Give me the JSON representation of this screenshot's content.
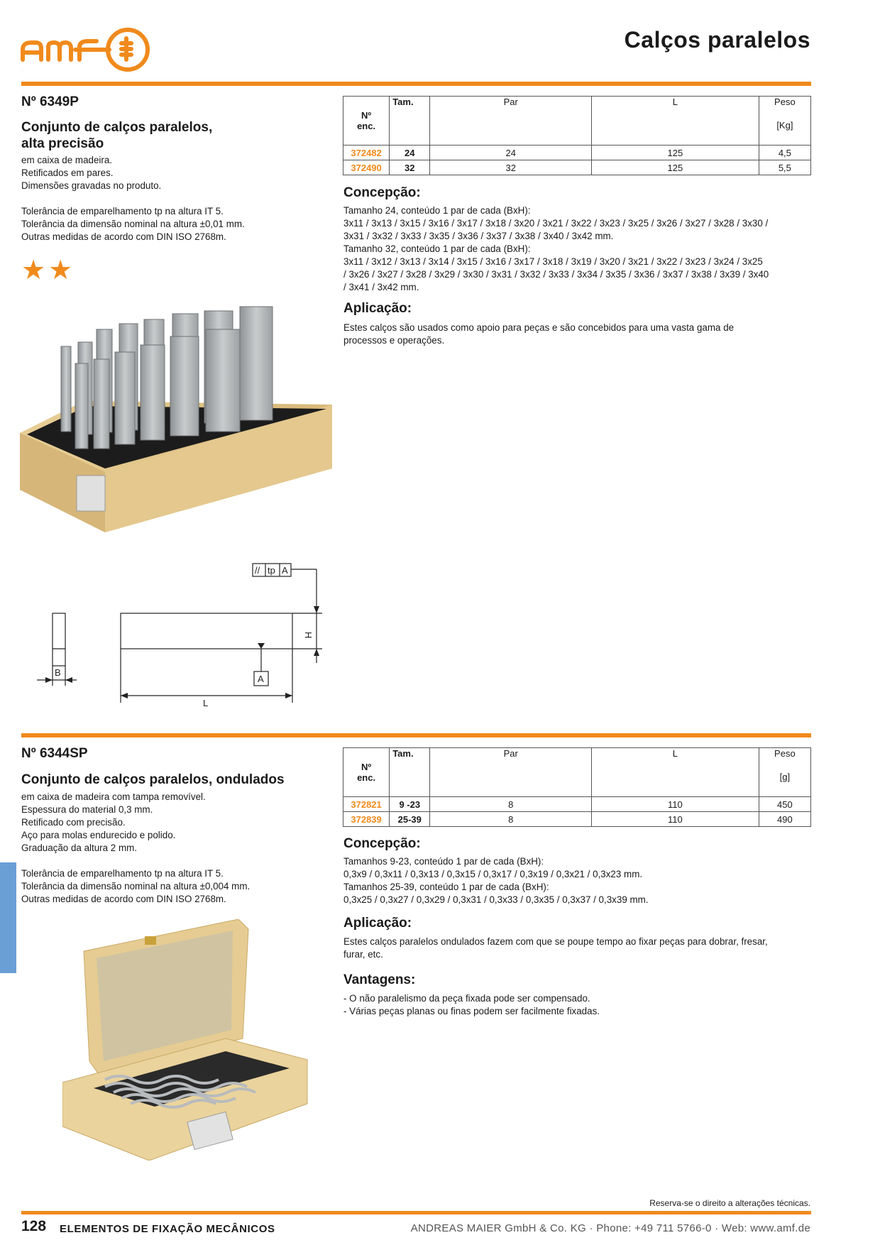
{
  "header": {
    "logo_text": "amf",
    "title": "Calços paralelos"
  },
  "product1": {
    "number": "Nº 6349P",
    "title_line1": "Conjunto de calços paralelos,",
    "title_line2": "alta precisão",
    "desc": [
      "em caixa de madeira.",
      "Retificados em pares.",
      "Dimensões gravadas no produto."
    ],
    "tolerances": [
      "Tolerância de emparelhamento tp na altura IT 5.",
      "Tolerância da dimensão nominal na altura ±0,01 mm.",
      "Outras medidas de acordo com DIN ISO 2768m."
    ],
    "rating_stars": "★★",
    "table": {
      "headers": {
        "no_line1": "Nº",
        "no_line2": "enc.",
        "tam": "Tam.",
        "par": "Par",
        "l": "L",
        "peso": "Peso",
        "unit": "[Kg]"
      },
      "rows": [
        {
          "code": "372482",
          "tam": "24",
          "par": "24",
          "l": "125",
          "peso": "4,5"
        },
        {
          "code": "372490",
          "tam": "32",
          "par": "32",
          "l": "125",
          "peso": "5,5"
        }
      ]
    },
    "concepcao_heading": "Concepção:",
    "concepcao": [
      "Tamanho 24, conteúdo 1 par de cada (BxH):",
      "3x11 / 3x13 / 3x15 / 3x16 / 3x17 / 3x18 / 3x20 / 3x21 / 3x22 / 3x23 / 3x25 / 3x26 / 3x27 / 3x28 / 3x30 /",
      "3x31 / 3x32 / 3x33 / 3x35 / 3x36 / 3x37 / 3x38 / 3x40 / 3x42 mm.",
      "Tamanho 32, conteúdo 1 par de cada (BxH):",
      "3x11 / 3x12 / 3x13 / 3x14 / 3x15 / 3x16 / 3x17 / 3x18 / 3x19 / 3x20 / 3x21 / 3x22 / 3x23 / 3x24 / 3x25",
      "/ 3x26 / 3x27 / 3x28 / 3x29 / 3x30 / 3x31 / 3x32 / 3x33 / 3x34 / 3x35 / 3x36 / 3x37 / 3x38 / 3x39 / 3x40",
      "/ 3x41 / 3x42 mm."
    ],
    "aplicacao_heading": "Aplicação:",
    "aplicacao": [
      "Estes calços são usados como apoio para peças e são concebidos para uma vasta gama de",
      "processos e operações."
    ],
    "drawing": {
      "tol_sym": "//",
      "tol_tp": "tp",
      "tol_ref": "A",
      "label_a": "A",
      "label_b": "B",
      "label_h": "H",
      "label_l": "L"
    }
  },
  "product2": {
    "number": "Nº 6344SP",
    "title": "Conjunto de calços paralelos, ondulados",
    "desc": [
      "em caixa de madeira com tampa removível.",
      "Espessura do material 0,3 mm.",
      "Retificado com precisão.",
      "Aço para molas endurecido e polido.",
      "Graduação da altura 2 mm."
    ],
    "tolerances": [
      "Tolerância de emparelhamento tp na altura IT 5.",
      "Tolerância da dimensão nominal na altura ±0,004 mm.",
      "Outras medidas de acordo com DIN ISO 2768m."
    ],
    "table": {
      "headers": {
        "no_line1": "Nº",
        "no_line2": "enc.",
        "tam": "Tam.",
        "par": "Par",
        "l": "L",
        "peso": "Peso",
        "unit": "[g]"
      },
      "rows": [
        {
          "code": "372821",
          "tam": "9 -23",
          "par": "8",
          "l": "110",
          "peso": "450"
        },
        {
          "code": "372839",
          "tam": "25-39",
          "par": "8",
          "l": "110",
          "peso": "490"
        }
      ]
    },
    "concepcao_heading": "Concepção:",
    "concepcao": [
      "Tamanhos 9-23, conteúdo 1 par de cada (BxH):",
      "0,3x9 / 0,3x11 / 0,3x13 / 0,3x15 / 0,3x17 / 0,3x19 / 0,3x21 / 0,3x23 mm.",
      "Tamanhos 25-39, conteúdo 1 par de cada (BxH):",
      "0,3x25 / 0,3x27 / 0,3x29 / 0,3x31 / 0,3x33 / 0,3x35 / 0,3x37 / 0,3x39 mm."
    ],
    "aplicacao_heading": "Aplicação:",
    "aplicacao": [
      "Estes calços paralelos ondulados fazem com que se poupe tempo ao fixar peças para dobrar, fresar,",
      "furar, etc."
    ],
    "vantagens_heading": "Vantagens:",
    "vantagens": [
      "- O não paralelismo da peça fixada pode ser compensado.",
      "- Várias peças planas ou finas podem ser facilmente fixadas."
    ]
  },
  "footer": {
    "reserve": "Reserva-se o direito a alterações técnicas.",
    "page_number": "128",
    "category": "ELEMENTOS DE FIXAÇÃO MECÂNICOS",
    "company": "ANDREAS MAIER GmbH & Co. KG · Phone: +49 711 5766-0 · Web: www.amf.de"
  },
  "colors": {
    "accent": "#f08a1c",
    "side_tab": "#6a9fd6"
  }
}
